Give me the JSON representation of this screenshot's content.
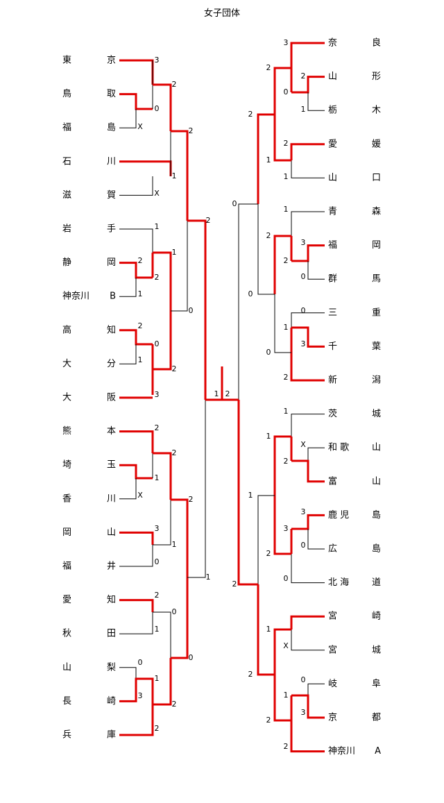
{
  "title": "女子団体",
  "colors": {
    "winner": "#e00000",
    "loser": "#000000"
  },
  "left_teams": [
    {
      "c1": "東",
      "c2": "京"
    },
    {
      "c1": "鳥",
      "c2": "取"
    },
    {
      "c1": "福",
      "c2": "島"
    },
    {
      "c1": "石",
      "c2": "川"
    },
    {
      "c1": "滋",
      "c2": "賀"
    },
    {
      "c1": "岩",
      "c2": "手"
    },
    {
      "c1": "静",
      "c2": "岡"
    },
    {
      "c1": "神奈川",
      "c2": "B"
    },
    {
      "c1": "高",
      "c2": "知"
    },
    {
      "c1": "大",
      "c2": "分"
    },
    {
      "c1": "大",
      "c2": "阪"
    },
    {
      "c1": "熊",
      "c2": "本"
    },
    {
      "c1": "埼",
      "c2": "玉"
    },
    {
      "c1": "香",
      "c2": "川"
    },
    {
      "c1": "岡",
      "c2": "山"
    },
    {
      "c1": "福",
      "c2": "井"
    },
    {
      "c1": "愛",
      "c2": "知"
    },
    {
      "c1": "秋",
      "c2": "田"
    },
    {
      "c1": "山",
      "c2": "梨"
    },
    {
      "c1": "長",
      "c2": "崎"
    },
    {
      "c1": "兵",
      "c2": "庫"
    }
  ],
  "right_teams": [
    {
      "c1": "奈",
      "c2": "良"
    },
    {
      "c1": "山",
      "c2": "形"
    },
    {
      "c1": "栃",
      "c2": "木"
    },
    {
      "c1": "愛",
      "c2": "媛"
    },
    {
      "c1": "山",
      "c2": "口"
    },
    {
      "c1": "青",
      "c2": "森"
    },
    {
      "c1": "福",
      "c2": "岡"
    },
    {
      "c1": "群",
      "c2": "馬"
    },
    {
      "c1": "三",
      "c2": "重"
    },
    {
      "c1": "千",
      "c2": "葉"
    },
    {
      "c1": "新",
      "c2": "潟"
    },
    {
      "c1": "茨",
      "c2": "城"
    },
    {
      "c1": "和 歌",
      "c2": "山"
    },
    {
      "c1": "富",
      "c2": "山"
    },
    {
      "c1": "鹿 児",
      "c2": "島"
    },
    {
      "c1": "広",
      "c2": "島"
    },
    {
      "c1": "北 海",
      "c2": "道"
    },
    {
      "c1": "宮",
      "c2": "崎"
    },
    {
      "c1": "宮",
      "c2": "城"
    },
    {
      "c1": "岐",
      "c2": "阜"
    },
    {
      "c1": "京",
      "c2": "都"
    },
    {
      "c1": "神奈川",
      "c2": "A"
    }
  ],
  "left_scores": [
    {
      "id": "l-tokyo",
      "text": "3"
    },
    {
      "id": "l-tottori",
      "text": "0"
    },
    {
      "id": "l-fukushima",
      "text": "X"
    },
    {
      "id": "l-iwate",
      "text": "1"
    },
    {
      "id": "l-shizuoka",
      "text": "2"
    },
    {
      "id": "l-kanagawa-b",
      "text": "1"
    },
    {
      "id": "l-shizuoka-r2",
      "text": "2"
    },
    {
      "id": "l-kochi",
      "text": "2"
    },
    {
      "id": "l-oita",
      "text": "1"
    },
    {
      "id": "l-kochi-r2",
      "text": "0"
    },
    {
      "id": "l-osaka",
      "text": "3"
    },
    {
      "id": "l-kumamoto",
      "text": "2"
    },
    {
      "id": "l-kagawa",
      "text": "X"
    },
    {
      "id": "l-saitama",
      "text": "1"
    },
    {
      "id": "l-okayama",
      "text": "3"
    },
    {
      "id": "l-fukui",
      "text": "0"
    },
    {
      "id": "l-aichi",
      "text": "2"
    },
    {
      "id": "l-akita",
      "text": "1"
    },
    {
      "id": "l-yamanashi",
      "text": "0"
    },
    {
      "id": "l-nagasaki",
      "text": "3"
    },
    {
      "id": "l-nagasaki-r2",
      "text": "1"
    },
    {
      "id": "l-hyogo",
      "text": "2"
    },
    {
      "id": "l-tokyo-r2",
      "text": "2"
    },
    {
      "id": "l-ishikawa-r2",
      "text": "1"
    },
    {
      "id": "l-shiga",
      "text": "X"
    },
    {
      "id": "l-shizuoka-r3",
      "text": "1"
    },
    {
      "id": "l-osaka-r3",
      "text": "2"
    },
    {
      "id": "l-kumamoto-r2",
      "text": "2"
    },
    {
      "id": "l-okayama-r2",
      "text": "1"
    },
    {
      "id": "l-aichi-r2",
      "text": "0"
    },
    {
      "id": "l-hyogo-r3",
      "text": "2"
    },
    {
      "id": "l-tokyo-r3",
      "text": "2"
    },
    {
      "id": "l-shizuoka-r4",
      "text": "0"
    },
    {
      "id": "l-kumamoto-r3",
      "text": "2"
    },
    {
      "id": "l-hyogo-r4",
      "text": "0"
    },
    {
      "id": "l-tokyo-r4",
      "text": "2"
    },
    {
      "id": "l-kumamoto-r4",
      "text": "1"
    },
    {
      "id": "l-final",
      "text": "1"
    }
  ],
  "right_scores": [
    {
      "id": "r-nara",
      "text": "3"
    },
    {
      "id": "r-yamagata",
      "text": "2"
    },
    {
      "id": "r-tochigi",
      "text": "1"
    },
    {
      "id": "r-yamagata-r2",
      "text": "0"
    },
    {
      "id": "r-nara-r2",
      "text": "2"
    },
    {
      "id": "r-ehime",
      "text": "2"
    },
    {
      "id": "r-yamaguchi",
      "text": "1"
    },
    {
      "id": "r-ehime-r2",
      "text": "1"
    },
    {
      "id": "r-aomori",
      "text": "1"
    },
    {
      "id": "r-fukuoka",
      "text": "3"
    },
    {
      "id": "r-gunma",
      "text": "0"
    },
    {
      "id": "r-fukuoka-r2",
      "text": "2"
    },
    {
      "id": "r-fukuoka-r3",
      "text": "2"
    },
    {
      "id": "r-mie",
      "text": "0"
    },
    {
      "id": "r-chiba",
      "text": "3"
    },
    {
      "id": "r-chiba-r2",
      "text": "1"
    },
    {
      "id": "r-niigata",
      "text": "2"
    },
    {
      "id": "r-niigata-r2",
      "text": "0"
    },
    {
      "id": "r-nara-r3",
      "text": "2"
    },
    {
      "id": "r-fukuoka-r4",
      "text": "0"
    },
    {
      "id": "r-nara-r4",
      "text": "0"
    },
    {
      "id": "r-ibaraki",
      "text": "1"
    },
    {
      "id": "r-wakayama",
      "text": "X"
    },
    {
      "id": "r-toyama",
      "text": "2"
    },
    {
      "id": "r-toyama-r2",
      "text": "1"
    },
    {
      "id": "r-kagoshima",
      "text": "3"
    },
    {
      "id": "r-hiroshima",
      "text": "0"
    },
    {
      "id": "r-kagoshima-r2",
      "text": "3"
    },
    {
      "id": "r-hokkaido",
      "text": "0"
    },
    {
      "id": "r-kagoshima-r3",
      "text": "2"
    },
    {
      "id": "r-toyama-r3",
      "text": "1"
    },
    {
      "id": "r-miyazaki",
      "text": "1"
    },
    {
      "id": "r-miyagi",
      "text": "X"
    },
    {
      "id": "r-gifu",
      "text": "0"
    },
    {
      "id": "r-kyoto",
      "text": "3"
    },
    {
      "id": "r-kyoto-r2",
      "text": "1"
    },
    {
      "id": "r-kanagawa-a",
      "text": "2"
    },
    {
      "id": "r-kanagawa-a-r2",
      "text": "2"
    },
    {
      "id": "r-kanagawa-a-r3",
      "text": "2"
    },
    {
      "id": "r-kanagawa-a-r4",
      "text": "2"
    },
    {
      "id": "r-final",
      "text": "2"
    }
  ]
}
